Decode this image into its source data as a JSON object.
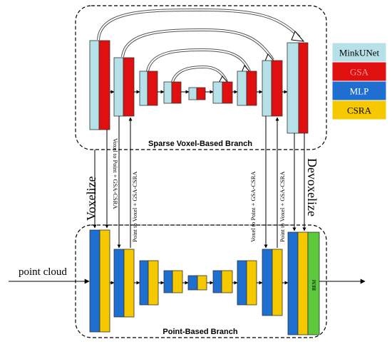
{
  "branches": {
    "sparse": "Sparse Voxel-Based Branch",
    "point": "Point-Based Branch"
  },
  "labels": {
    "input": "point cloud",
    "voxelize": "Voxelize",
    "devoxelize": "Devoxelize",
    "bem": "BEM",
    "v2p_left": "Voxel to Point + GSA-CSRA",
    "p2v_left": "Point to Voxel + GSA-CSRA",
    "v2p_right": "Voxel to Point + GSA-CSRA",
    "p2v_right": "Point to Voxel + GSA-CSRA"
  },
  "legend": [
    {
      "label": "MinkUNet",
      "color": "#b7e1e8",
      "text_color": "#000000"
    },
    {
      "label": "GSA",
      "color": "#e01010",
      "text_color": "#ff9c9c"
    },
    {
      "label": "MLP",
      "color": "#1e6fd0",
      "text_color": "#ffffff"
    },
    {
      "label": "CSRA",
      "color": "#f5c800",
      "text_color": "#000000"
    }
  ],
  "colors": {
    "minkunet": "#b7e1e8",
    "gsa": "#e01010",
    "mlp": "#1e6fd0",
    "csra": "#f5c800",
    "bem": "#5cc93c"
  }
}
